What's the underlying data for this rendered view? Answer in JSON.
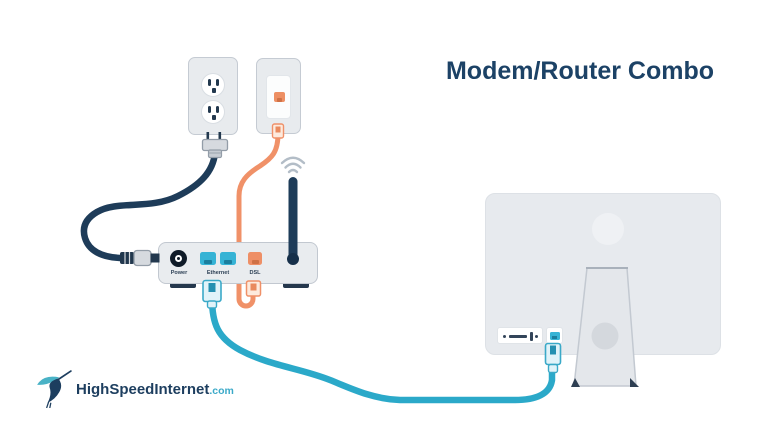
{
  "title": "Modem/Router Combo",
  "diagram": {
    "wall_outlet": {
      "type": "power-outlet",
      "sockets": 2
    },
    "phone_jack": {
      "type": "dsl-wall-jack"
    },
    "modem": {
      "port_labels": {
        "power": "Power",
        "ethernet": "Ethernet",
        "dsl": "DSL"
      },
      "ethernet_port_count": 2,
      "has_antenna": true,
      "has_wifi_signal": true
    },
    "computer": {
      "type": "desktop-monitor-back-view"
    },
    "cables": [
      {
        "name": "power-cable",
        "color": "#1e3c59",
        "from": "wall-outlet",
        "to": "modem-power-port"
      },
      {
        "name": "dsl-cable",
        "color": "#f09168",
        "from": "phone-jack",
        "to": "modem-dsl-port"
      },
      {
        "name": "ethernet-cable",
        "color": "#2ba9c9",
        "from": "modem-ethernet-port",
        "to": "computer-ethernet-port"
      }
    ]
  },
  "logo": {
    "name": "HighSpeedInternet",
    "tld": ".com"
  },
  "icons": {
    "wifi-signal-icon": "three gray arcs",
    "phone-jack-icon": "orange rj11 square",
    "ethernet-port-icon": "cyan rj45 square",
    "power-port-icon": "black circle with white ring"
  },
  "colors": {
    "navy": "#1d3e5f",
    "cyan": "#2ba9c9",
    "orange": "#f09168",
    "device_gray": "#e8ebee",
    "title_text": "#1c4266"
  }
}
